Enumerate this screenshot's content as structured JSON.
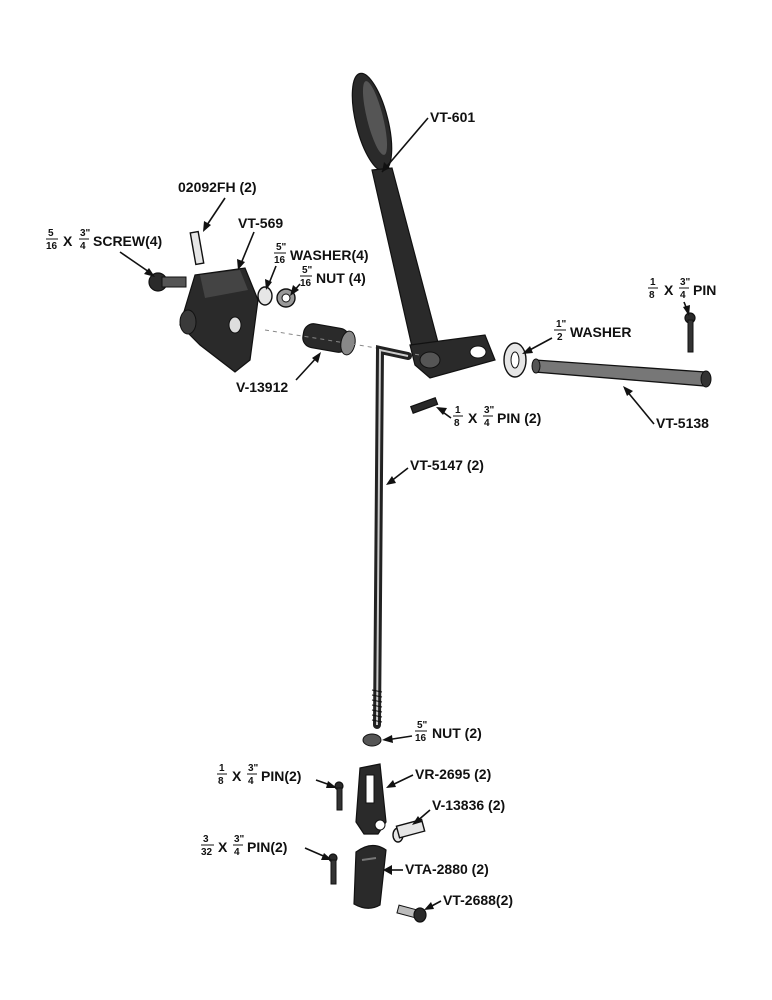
{
  "labels": {
    "vt601": "VT-601",
    "fh02092": "02092FH (2)",
    "vt569": "VT-569",
    "screw_n": "5",
    "screw_d": "16",
    "screw_mid": "X",
    "screw_n2": "3\"",
    "screw_d2": "4",
    "screw_text": "SCREW(4)",
    "washer516_n": "5\"",
    "washer516_d": "16",
    "washer516_text": "WASHER(4)",
    "nut516_n": "5\"",
    "nut516_d": "16",
    "nut516_text": "NUT (4)",
    "pin_top_n": "1",
    "pin_top_d": "8",
    "pin_top_mid": "X",
    "pin_top_n2": "3\"",
    "pin_top_d2": "4",
    "pin_top_text": "PIN",
    "washer12_n": "1\"",
    "washer12_d": "2",
    "washer12_text": "WASHER",
    "v13912": "V-13912",
    "pin_mid_n": "1",
    "pin_mid_d": "8",
    "pin_mid_mid": "X",
    "pin_mid_n2": "3\"",
    "pin_mid_d2": "4",
    "pin_mid_text": "PIN (2)",
    "vt5138": "VT-5138",
    "vt5147": "VT-5147 (2)",
    "nut2_n": "5\"",
    "nut2_d": "16",
    "nut2_text": "NUT (2)",
    "pin_left_n": "1",
    "pin_left_d": "8",
    "pin_left_mid": "X",
    "pin_left_n2": "3\"",
    "pin_left_d2": "4",
    "pin_left_text": "PIN(2)",
    "vr2695": "VR-2695 (2)",
    "v13836": "V-13836 (2)",
    "pin_low_n": "3",
    "pin_low_d": "32",
    "pin_low_mid": "X",
    "pin_low_n2": "3\"",
    "pin_low_d2": "4",
    "pin_low_text": "PIN(2)",
    "vta2880": "VTA-2880 (2)",
    "vt2688": "VT-2688(2)"
  }
}
